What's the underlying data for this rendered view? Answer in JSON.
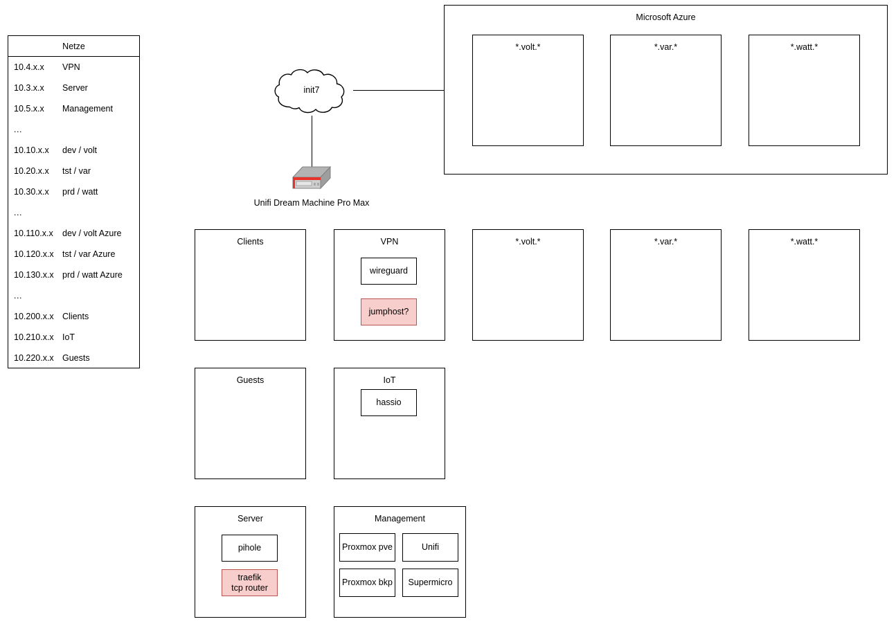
{
  "netze": {
    "title": "Netze",
    "rows": [
      {
        "cidr": "10.4.x.x",
        "name": "VPN"
      },
      {
        "cidr": "10.3.x.x",
        "name": "Server"
      },
      {
        "cidr": "10.5.x.x",
        "name": "Management"
      },
      {
        "cidr": "...",
        "name": ""
      },
      {
        "cidr": "10.10.x.x",
        "name": "dev / volt"
      },
      {
        "cidr": "10.20.x.x",
        "name": "tst / var"
      },
      {
        "cidr": "10.30.x.x",
        "name": "prd / watt"
      },
      {
        "cidr": "...",
        "name": ""
      },
      {
        "cidr": "10.110.x.x",
        "name": "dev / volt Azure"
      },
      {
        "cidr": "10.120.x.x",
        "name": "tst / var Azure"
      },
      {
        "cidr": "10.130.x.x",
        "name": "prd / watt Azure"
      },
      {
        "cidr": "...",
        "name": ""
      },
      {
        "cidr": "10.200.x.x",
        "name": "Clients"
      },
      {
        "cidr": "10.210.x.x",
        "name": "IoT"
      },
      {
        "cidr": "10.220.x.x",
        "name": "Guests"
      }
    ]
  },
  "cloud": {
    "label": "init7"
  },
  "gateway": {
    "label": "Unifi Dream Machine Pro Max",
    "icon": "firewall-appliance-icon"
  },
  "azure": {
    "title": "Microsoft Azure",
    "zones": [
      {
        "title": "*.volt.*"
      },
      {
        "title": "*.var.*"
      },
      {
        "title": "*.watt.*"
      }
    ]
  },
  "zones": [
    {
      "title": "Clients",
      "nodes": []
    },
    {
      "title": "VPN",
      "nodes": [
        {
          "label": "wireguard",
          "accent": false
        },
        {
          "label": "jumphost?",
          "accent": true
        }
      ]
    },
    {
      "title": "*.volt.*",
      "nodes": []
    },
    {
      "title": "*.var.*",
      "nodes": []
    },
    {
      "title": "*.watt.*",
      "nodes": []
    },
    {
      "title": "Guests",
      "nodes": []
    },
    {
      "title": "IoT",
      "nodes": [
        {
          "label": "hassio",
          "accent": false
        }
      ]
    },
    {
      "title": "Server",
      "nodes": [
        {
          "label": "pihole",
          "accent": false
        },
        {
          "label": "traefik\ntcp router",
          "accent": true
        }
      ]
    },
    {
      "title": "Management",
      "nodes": [
        {
          "label": "Proxmox pve",
          "accent": false
        },
        {
          "label": "Unifi",
          "accent": false
        },
        {
          "label": "Proxmox bkp",
          "accent": false
        },
        {
          "label": "Supermicro",
          "accent": false
        }
      ]
    }
  ],
  "colors": {
    "stroke": "#000000",
    "background": "#ffffff",
    "accent_fill": "#f8cecc",
    "accent_stroke": "#b85450",
    "device_body": "#b3b3b3",
    "device_face": "#cccccc",
    "device_stripe": "#e8332a"
  }
}
